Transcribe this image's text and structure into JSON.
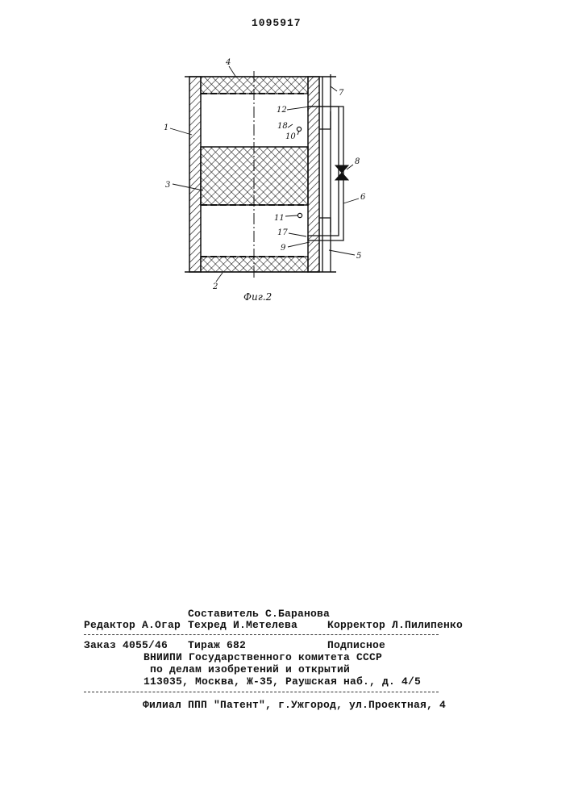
{
  "header": {
    "patent_number": "1095917"
  },
  "figure": {
    "caption": "Фиг.2",
    "labels": {
      "l1": "1",
      "l2": "2",
      "l3": "3",
      "l4": "4",
      "l5": "5",
      "l6": "6",
      "l7": "7",
      "l8": "8",
      "l9": "9",
      "l10": "10",
      "l11": "11",
      "l12": "12",
      "l17": "17",
      "l18": "18"
    }
  },
  "imprint": {
    "compiler": "Составитель С.Баранова",
    "editor": "Редактор А.Огар",
    "techred": "Техред И.Метелева",
    "corrector": "Корректор Л.Пилипенко",
    "order": "Заказ 4055/46",
    "circulation": "Тираж 682",
    "subscription": "Подписное",
    "org_line1": "ВНИИПИ Государственного комитета СССР",
    "org_line2": "по делам изобретений и открытий",
    "org_address": "113035, Москва, Ж-35, Раушская наб., д. 4/5",
    "branch": "Филиал ППП \"Патент\", г.Ужгород, ул.Проектная, 4"
  }
}
